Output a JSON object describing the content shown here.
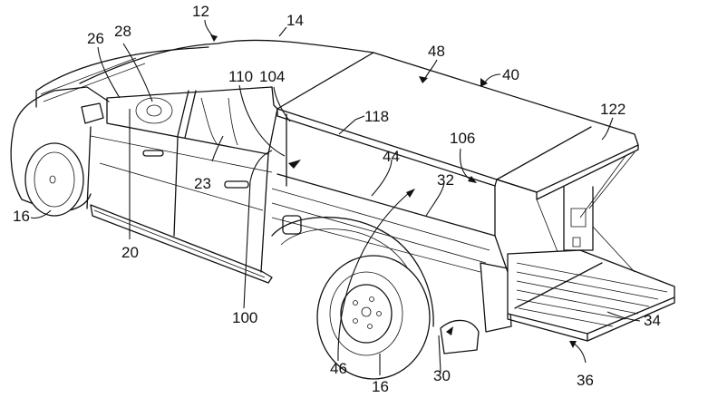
{
  "figure": {
    "subject": "Pickup truck with bed cover and extended tailgate (patent drawing)",
    "labels": [
      {
        "id": "l12",
        "text": "12"
      },
      {
        "id": "l14",
        "text": "14"
      },
      {
        "id": "l26",
        "text": "26"
      },
      {
        "id": "l28",
        "text": "28"
      },
      {
        "id": "l110",
        "text": "110"
      },
      {
        "id": "l104",
        "text": "104"
      },
      {
        "id": "l48",
        "text": "48"
      },
      {
        "id": "l40",
        "text": "40"
      },
      {
        "id": "l118",
        "text": "118"
      },
      {
        "id": "l122",
        "text": "122"
      },
      {
        "id": "l106",
        "text": "106"
      },
      {
        "id": "l44",
        "text": "44"
      },
      {
        "id": "l32",
        "text": "32"
      },
      {
        "id": "l23",
        "text": "23"
      },
      {
        "id": "l16a",
        "text": "16"
      },
      {
        "id": "l20",
        "text": "20"
      },
      {
        "id": "l100",
        "text": "100"
      },
      {
        "id": "l46",
        "text": "46"
      },
      {
        "id": "l16b",
        "text": "16"
      },
      {
        "id": "l30",
        "text": "30"
      },
      {
        "id": "l34",
        "text": "34"
      },
      {
        "id": "l36",
        "text": "36"
      }
    ]
  }
}
